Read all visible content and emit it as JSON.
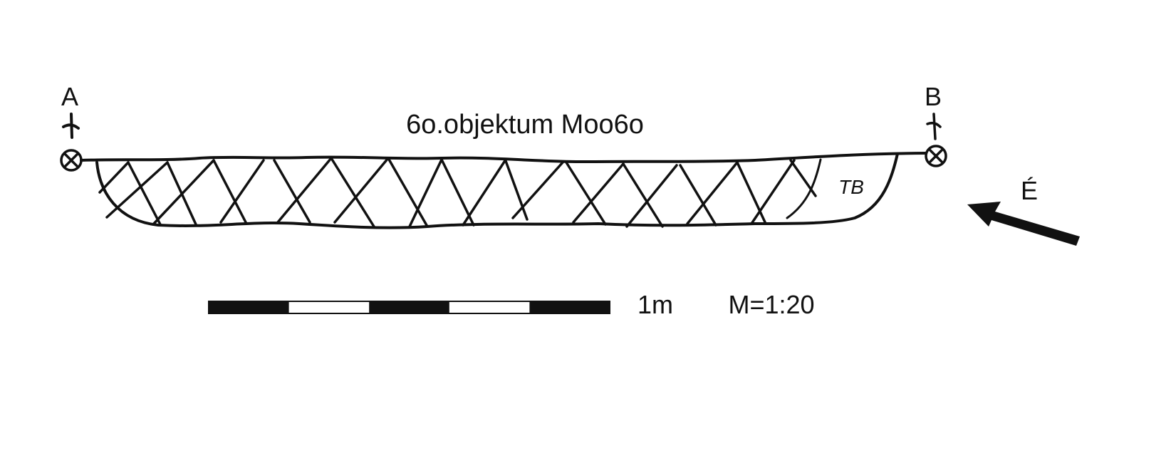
{
  "drawing": {
    "title": "6o.objektum Moo6o",
    "point_a": "A",
    "point_b": "B",
    "fill_label": "TB",
    "north_label": "É",
    "scale_length": "1m",
    "scale_ratio": "M=1:20",
    "scale_bar_segments": 5
  },
  "colors": {
    "ink": "#111111",
    "background": "#ffffff"
  }
}
